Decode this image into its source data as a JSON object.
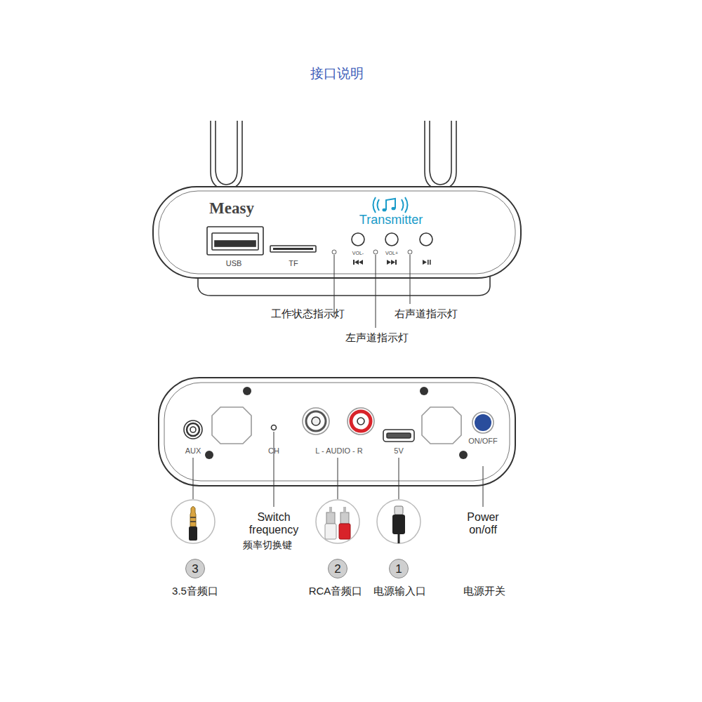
{
  "diagram": {
    "title": "接口说明",
    "nodes": [
      {
        "text": [
          "3"
        ]
      },
      {
        "text": [
          "2"
        ]
      },
      {
        "text": [
          "1"
        ]
      }
    ],
    "labels": [
      "Measy",
      "Transmitter",
      "USB",
      "TF",
      "VOL-",
      "VOL+",
      "工作状态指示灯",
      "右声道指示灯",
      "左声道指示灯",
      "AUX",
      "CH",
      "L - AUDIO - R",
      "5V",
      "ON/OFF",
      "Switch frequency",
      "频率切换键",
      "Power on/off",
      "3.5音频口",
      "RCA音频口",
      "电源输入口",
      "电源开关"
    ]
  }
}
